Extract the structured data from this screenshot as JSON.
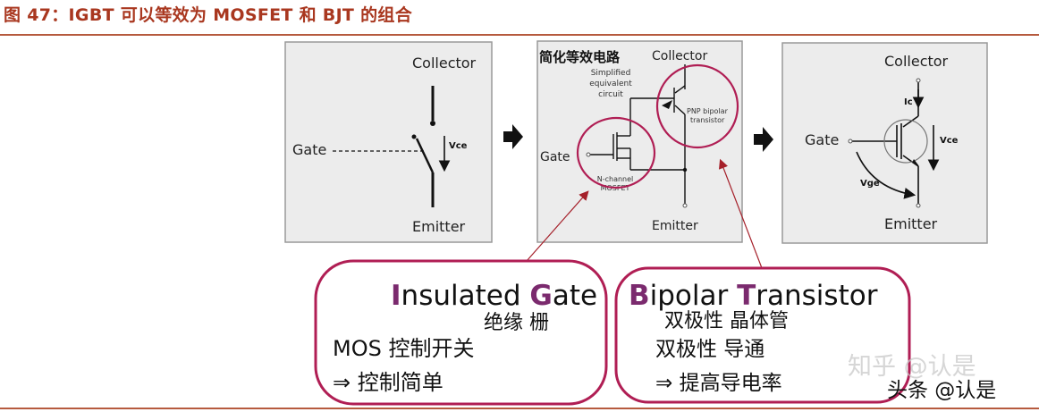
{
  "figure_title": "图 47：IGBT 可以等效为 MOSFET 和 BJT 的组合",
  "panel1": {
    "collector": "Collector",
    "gate": "Gate",
    "emitter": "Emitter",
    "vce": "Vce"
  },
  "panel2": {
    "heading": "简化等效电路",
    "collector": "Collector",
    "simplified": [
      "Simplified",
      "equivalent",
      "circuit"
    ],
    "pnp": [
      "PNP bipolar",
      "transistor"
    ],
    "gate": "Gate",
    "nchannel": [
      "N-channel",
      "MOSFET"
    ],
    "emitter": "Emitter"
  },
  "panel3": {
    "collector": "Collector",
    "gate": "Gate",
    "emitter": "Emitter",
    "ic": "Ic",
    "vce": "Vce",
    "vge": "Vge"
  },
  "left_box": {
    "title_i": "I",
    "title_1": "nsulated ",
    "title_g": "G",
    "title_2": "ate",
    "subtitle": "绝缘 栅",
    "line1": "MOS 控制开关",
    "line2": "⇒ 控制简单"
  },
  "right_box": {
    "title_b": "B",
    "title_1": "ipolar ",
    "title_t": "T",
    "title_2": "ransistor",
    "subtitle": "双极性 晶体管",
    "line1": "双极性 导通",
    "line2": "⇒ 提高导电率"
  },
  "watermarks": {
    "zhihu": "知乎 @认是",
    "toutiao": "头条 @认是"
  },
  "colors": {
    "title": "#a9371f",
    "rule": "#b65a3e",
    "panel_bg": "#ececec",
    "highlight": "#b01e54",
    "accent_letter": "#7b2a6e",
    "arrow_red": "#a5202a"
  }
}
